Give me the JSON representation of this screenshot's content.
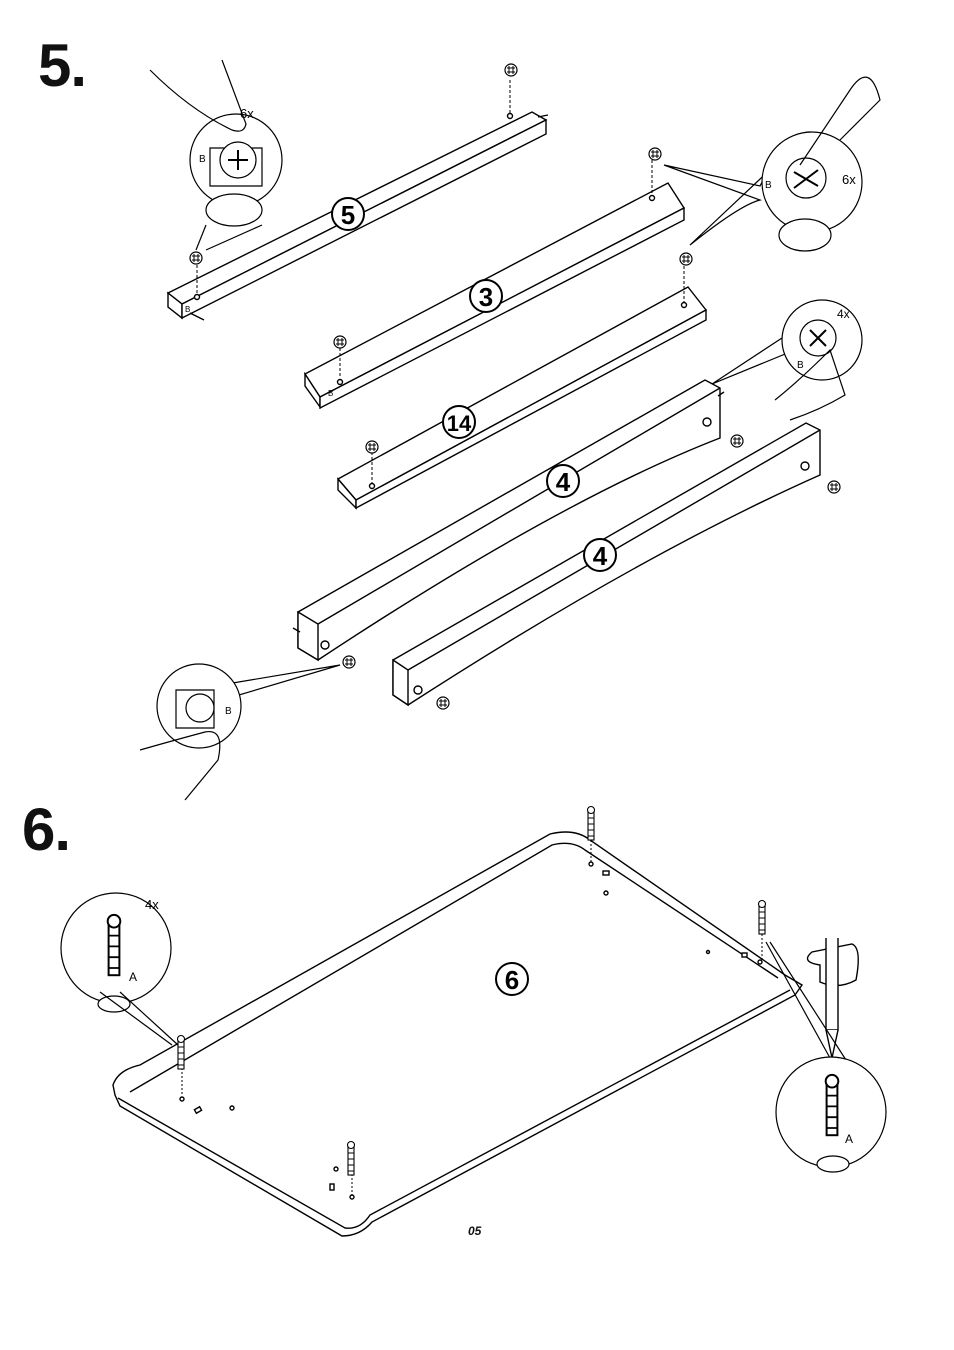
{
  "steps": [
    {
      "number": "5."
    },
    {
      "number": "6."
    }
  ],
  "step5": {
    "parts": [
      {
        "label": "5"
      },
      {
        "label": "3"
      },
      {
        "label": "14"
      },
      {
        "label": "4"
      },
      {
        "label": "4"
      }
    ],
    "callouts": [
      {
        "qty": "6x",
        "fitting": "B"
      },
      {
        "qty": "6x",
        "fitting": "B"
      },
      {
        "qty": "4x",
        "fitting": "B"
      },
      {
        "fitting": "B"
      }
    ],
    "small_marks": [
      "B",
      "B",
      "B"
    ]
  },
  "step6": {
    "part": {
      "label": "6"
    },
    "callouts": [
      {
        "qty": "4x",
        "fitting": "A"
      },
      {
        "fitting": "A"
      }
    ]
  },
  "footer": {
    "page_number": "05"
  }
}
